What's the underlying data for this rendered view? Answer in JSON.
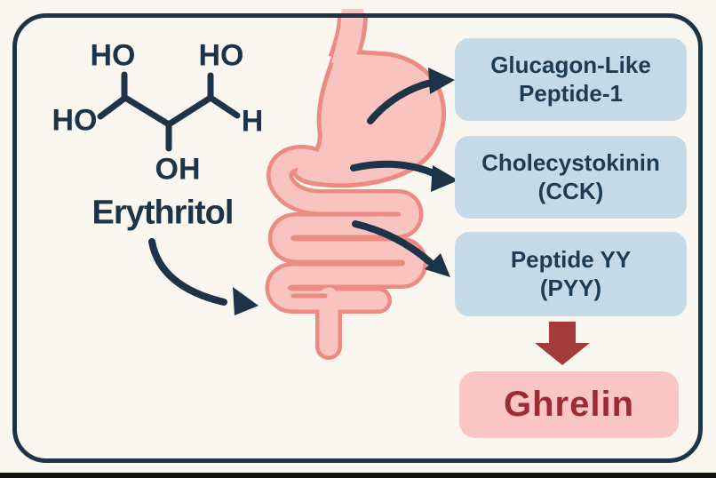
{
  "molecule": {
    "name": "Erythritol",
    "hydroxyl_top_left": "HO",
    "hydroxyl_top_right": "HO",
    "hydroxyl_left": "HO",
    "hydroxyl_bottom": "OH",
    "hydrogen_right": "H"
  },
  "hormones": [
    {
      "line1": "Glucagon-Like",
      "line2": "Peptide-1"
    },
    {
      "line1": "Cholecystokinin",
      "line2": "(CCK)"
    },
    {
      "line1": "Peptide YY",
      "line2": "(PYY)"
    }
  ],
  "suppressed_hormone": {
    "label": "Ghrelin"
  },
  "icons": {
    "organ": "stomach-and-intestine-icon",
    "stimulation_arrows": "curved-arrow-icon",
    "suppression_arrow": "down-block-arrow-icon"
  },
  "colors": {
    "background": "#faf6f0",
    "frame_border": "#1e3346",
    "ink_navy": "#1d3347",
    "hormone_box_bg": "#c5dae7",
    "hormone_text": "#1d3c52",
    "ghrelin_box_bg": "#fac5c5",
    "ghrelin_text": "#9c2b33",
    "suppression_arrow": "#a43b3b",
    "organ_fill": "#f9c3bf",
    "organ_outline": "#ec8b82",
    "bottom_strip": "#141414"
  }
}
